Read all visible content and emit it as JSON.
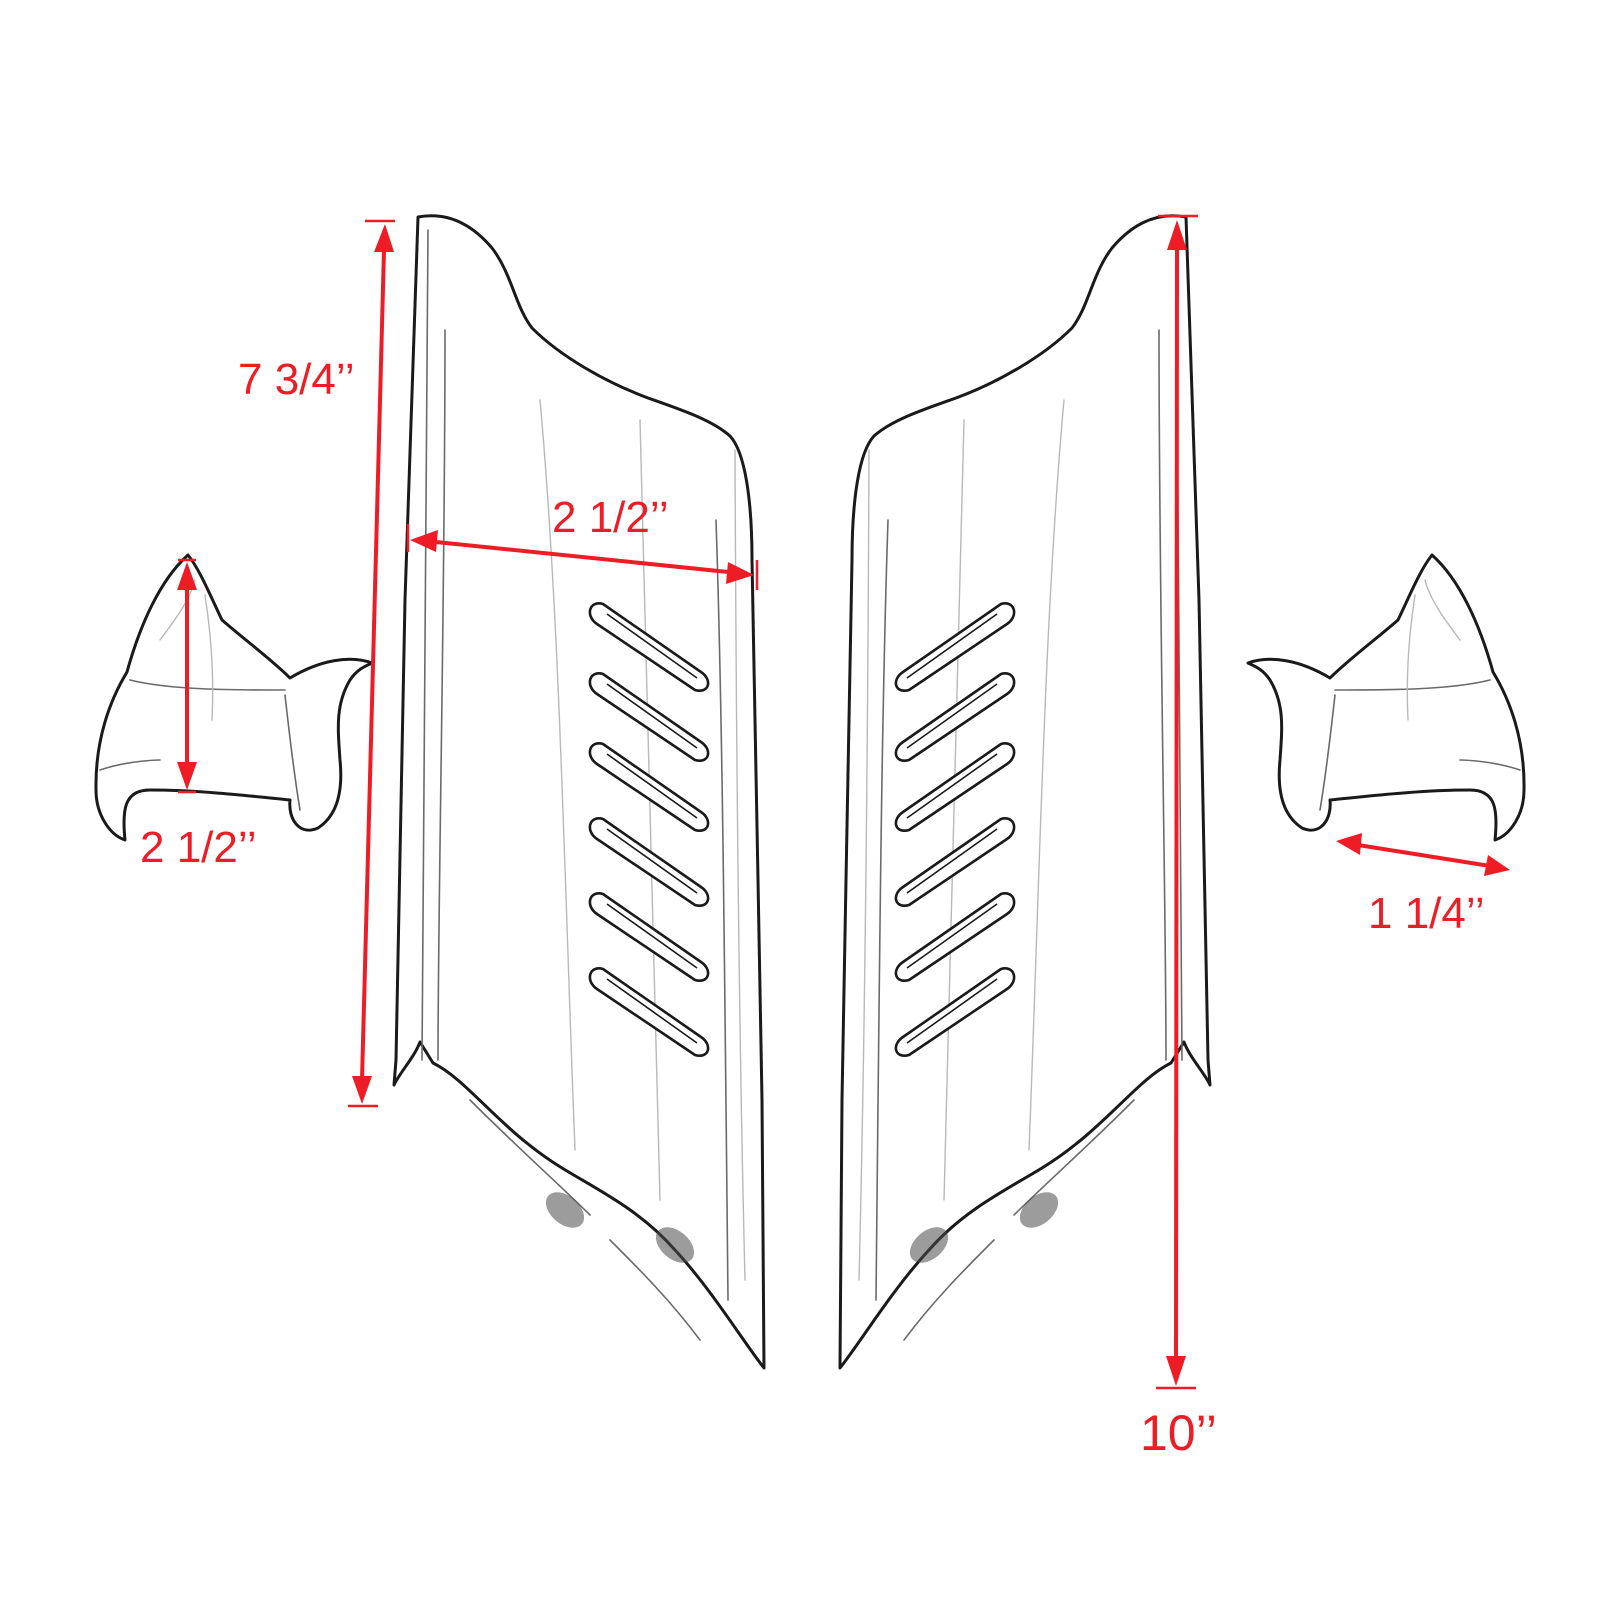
{
  "dimensions": {
    "left_height": "7 3/4’’",
    "left_width": "2 1/2’’",
    "cap_left_height": "2 1/2’’",
    "cap_right_width": "1 1/4’’",
    "right_height": "10’’"
  },
  "colors": {
    "dimension": "#ee1c25",
    "outline": "#1a1a1a",
    "background": "#ffffff"
  }
}
